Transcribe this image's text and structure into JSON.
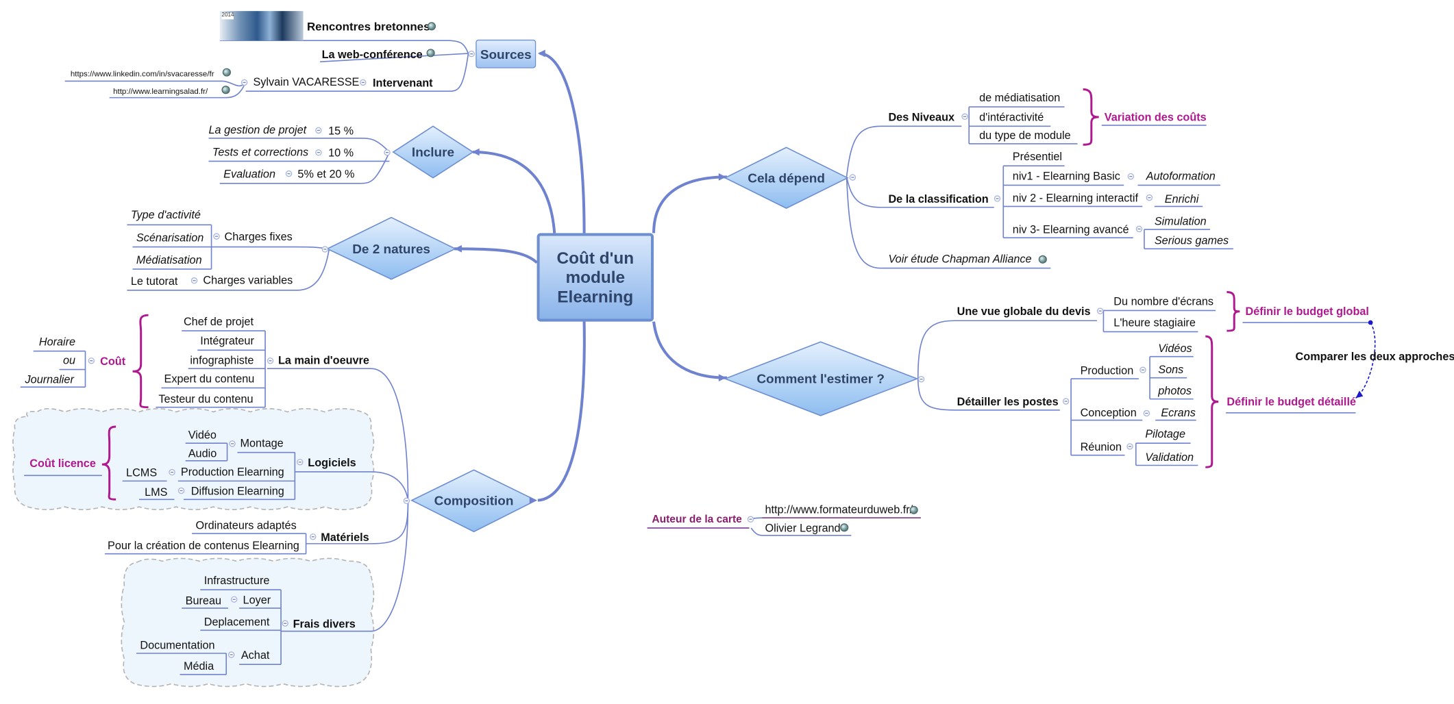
{
  "center": {
    "title": "Coût d'un\nmodule\nElearning"
  },
  "sources": {
    "label": "Sources",
    "rencontres": "Rencontres bretonnes",
    "thumb_year": "2014",
    "webconf": "La web-conférence",
    "intervenant": "Intervenant",
    "person": "Sylvain VACARESSE",
    "linkedin": "https://www.linkedin.com/in/svacaresse/fr",
    "site": "http://www.learningsalad.fr/"
  },
  "inclure": {
    "label": "Inclure",
    "items": [
      {
        "name": "La gestion de projet",
        "value": "15 %"
      },
      {
        "name": "Tests et corrections",
        "value": "10 %"
      },
      {
        "name": "Evaluation",
        "value": "5% et 20 %"
      }
    ]
  },
  "natures": {
    "label": "De 2 natures",
    "fixes": "Charges fixes",
    "fixes_items": [
      "Type d'activité",
      "Scénarisation",
      "Médiatisation"
    ],
    "variables": "Charges variables",
    "tutorat": "Le tutorat"
  },
  "composition": {
    "label": "Composition",
    "main_oeuvre": "La main d'oeuvre",
    "roles": [
      "Chef de projet",
      "Intégrateur",
      "infographiste",
      "Expert du contenu",
      "Testeur du contenu"
    ],
    "cout": "Coût",
    "cout_modes": [
      "Horaire",
      "ou",
      "Journalier"
    ],
    "logiciels": "Logiciels",
    "montage": "Montage",
    "video": "Vidéo",
    "audio": "Audio",
    "production": "Production Elearning",
    "lcms": "LCMS",
    "diffusion": "Diffusion Elearning",
    "lms": "LMS",
    "cout_licence": "Coût licence",
    "materiels": "Matériels",
    "ordinateurs": "Ordinateurs adaptés",
    "pour_creation": "Pour la création de contenus Elearning",
    "frais": "Frais divers",
    "infrastructure": "Infrastructure",
    "loyer": "Loyer",
    "bureau": "Bureau",
    "deplacement": "Deplacement",
    "achat": "Achat",
    "documentation": "Documentation",
    "media": "Média"
  },
  "cela": {
    "label": "Cela dépend",
    "niveaux": "Des Niveaux",
    "niveaux_items": [
      "de médiatisation",
      "d'intéractivité",
      "du type de module"
    ],
    "variation": "Variation des coûts",
    "classification": "De la classification",
    "presentiel": "Présentiel",
    "niv1": "niv1 - Elearning Basic",
    "autoformation": "Autoformation",
    "niv2": "niv 2 - Elearning interactif",
    "enrichi": "Enrichi",
    "niv3": "niv 3- Elearning avancé",
    "simulation": "Simulation",
    "serious": "Serious games",
    "etude": "Voir étude Chapman Alliance"
  },
  "estimer": {
    "label": "Comment l'estimer  ?",
    "vue": "Une vue globale du devis",
    "nombre_ecrans": "Du nombre d'écrans",
    "heure": "L'heure stagiaire",
    "budget_global": "Définir le budget global",
    "comparer": "Comparer les deux approches",
    "detailler": "Détailler les postes",
    "production": "Production",
    "prod_items": [
      "Vidéos",
      "Sons",
      "photos"
    ],
    "conception": "Conception",
    "ecrans": "Ecrans",
    "reunion": "Réunion",
    "pilotage": "Pilotage",
    "validation": "Validation",
    "budget_detaille": "Définir le budget détaillé"
  },
  "auteur": {
    "label": "Auteur de la carte",
    "url": "http://www.formateurduweb.fr/",
    "name": "Olivier Legrand"
  },
  "colors": {
    "line": "#6f82cf",
    "pink": "#b0188f",
    "center_border": "#6d8fd0"
  }
}
